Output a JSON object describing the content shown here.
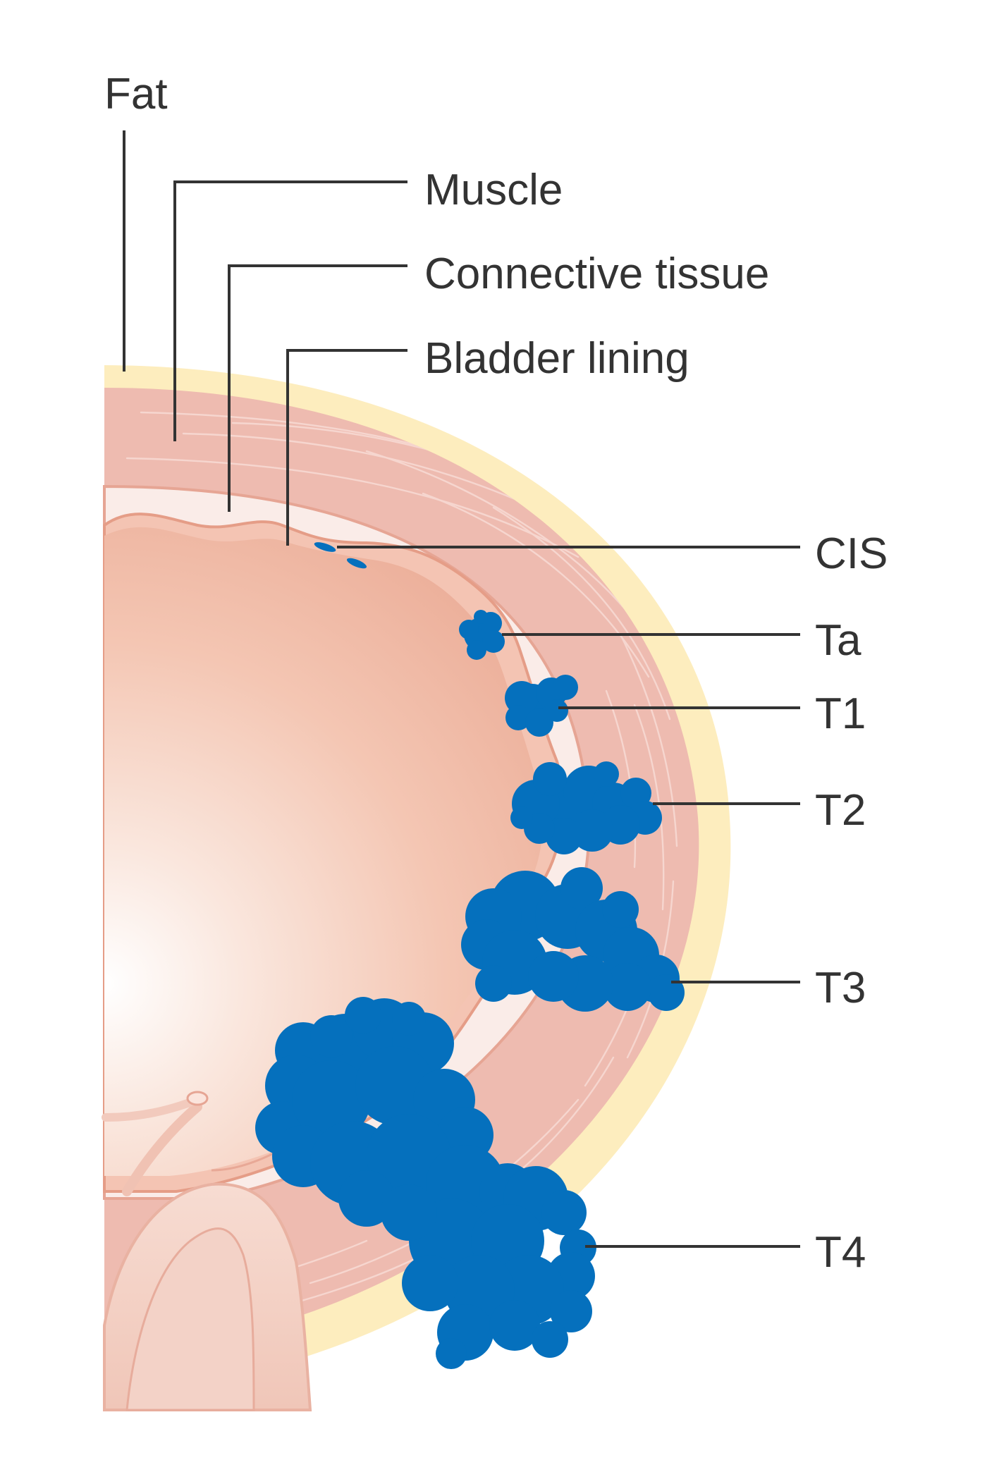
{
  "labels": {
    "fat": "Fat",
    "muscle": "Muscle",
    "connective_tissue": "Connective tissue",
    "bladder_lining": "Bladder lining"
  },
  "stages": {
    "cis": "CIS",
    "ta": "Ta",
    "t1": "T1",
    "t2": "T2",
    "t3": "T3",
    "t4": "T4"
  },
  "colors": {
    "tumor": "#0570bd",
    "fat": "#fdedbe",
    "muscle": "#eebbb0",
    "connective": "#faece8",
    "lining": "#f2c3b2",
    "lumen": "#f0b8a3",
    "text": "#333333"
  }
}
